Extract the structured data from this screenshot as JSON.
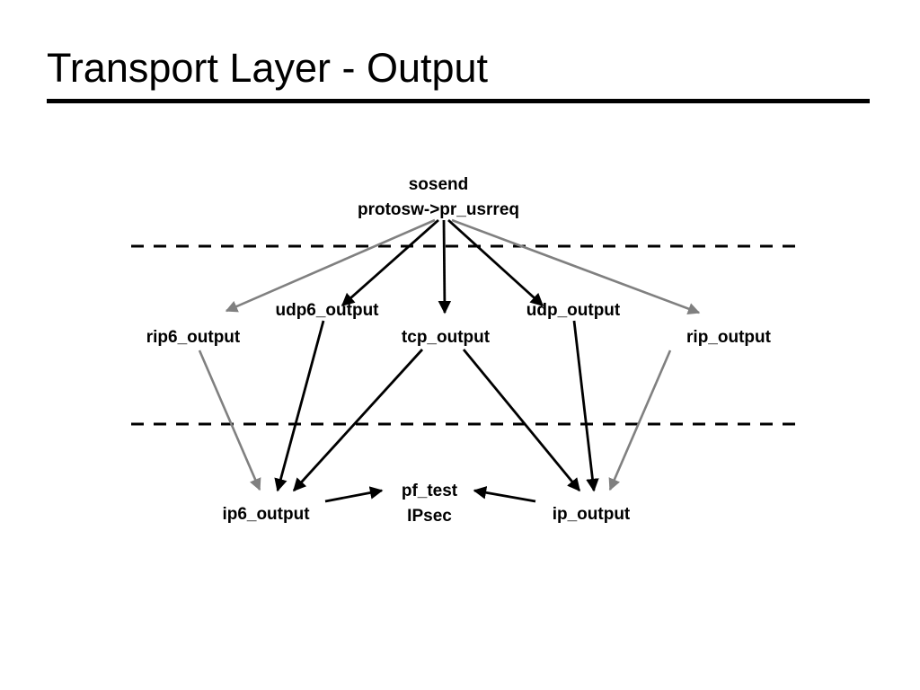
{
  "slide": {
    "title": "Transport Layer - Output",
    "background_color": "#ffffff",
    "title_color": "#000000",
    "rule_color": "#000000"
  },
  "colors": {
    "black_edge": "#000000",
    "gray_edge": "#808080",
    "text": "#000000"
  },
  "nodes": {
    "top": {
      "line1": "sosend",
      "line2": "protosw->pr_usrreq"
    },
    "rip6_output": "rip6_output",
    "udp6_output": "udp6_output",
    "tcp_output": "tcp_output",
    "udp_output": "udp_output",
    "rip_output": "rip_output",
    "ip6_output": "ip6_output",
    "pf_test": {
      "line1": "pf_test",
      "line2": "IPsec"
    },
    "ip_output": "ip_output"
  },
  "edges": [
    {
      "from": "sosend/protosw->pr_usrreq",
      "to": "rip6_output",
      "color": "#808080"
    },
    {
      "from": "sosend/protosw->pr_usrreq",
      "to": "udp6_output",
      "color": "#000000"
    },
    {
      "from": "sosend/protosw->pr_usrreq",
      "to": "tcp_output",
      "color": "#000000"
    },
    {
      "from": "sosend/protosw->pr_usrreq",
      "to": "udp_output",
      "color": "#000000"
    },
    {
      "from": "sosend/protosw->pr_usrreq",
      "to": "rip_output",
      "color": "#808080"
    },
    {
      "from": "rip6_output",
      "to": "ip6_output",
      "color": "#808080"
    },
    {
      "from": "udp6_output",
      "to": "ip6_output",
      "color": "#000000"
    },
    {
      "from": "tcp_output",
      "to": "ip6_output",
      "color": "#000000"
    },
    {
      "from": "tcp_output",
      "to": "ip_output",
      "color": "#000000"
    },
    {
      "from": "udp_output",
      "to": "ip_output",
      "color": "#000000"
    },
    {
      "from": "rip_output",
      "to": "ip_output",
      "color": "#808080"
    },
    {
      "from": "ip6_output",
      "to": "pf_test/IPsec",
      "color": "#000000"
    },
    {
      "from": "ip_output",
      "to": "pf_test/IPsec",
      "color": "#000000"
    }
  ],
  "separators": [
    {
      "name": "upper-layer-divider",
      "style": "dashed"
    },
    {
      "name": "lower-layer-divider",
      "style": "dashed"
    }
  ]
}
